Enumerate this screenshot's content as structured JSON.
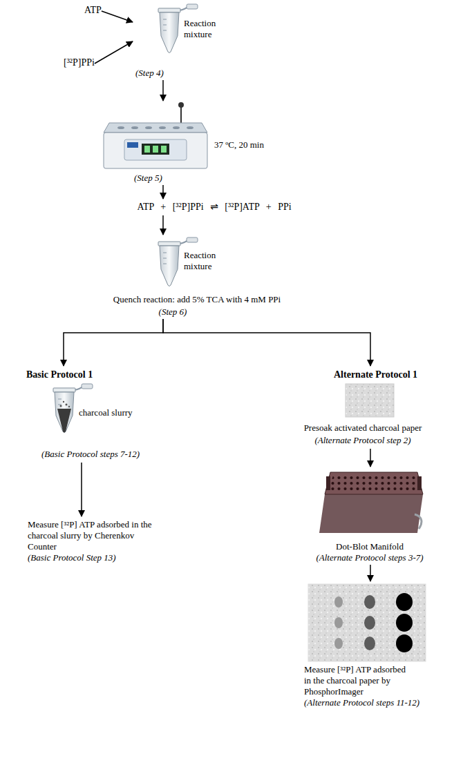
{
  "diagram": {
    "nodes": [
      {
        "text": [
          "ATP"
        ]
      },
      {
        "text": [
          "[³²P]PPi"
        ]
      },
      {
        "text": [
          "Reaction mixture",
          "(Step 4)"
        ]
      },
      {
        "text": [
          "37 ºC, 20 min",
          "(Step 5)"
        ]
      },
      {
        "text": [
          "ATP + [³²P]PPi ⇌ [³²P]ATP + PPi"
        ]
      },
      {
        "text": [
          "Reaction mixture",
          "Quench reaction: add 5% TCA with 4 mM PPi",
          "(Step 6)"
        ]
      },
      {
        "text": [
          "Basic Protocol 1",
          "charcoal slurry",
          "(Basic Protocol steps 7-12)"
        ]
      },
      {
        "text": [
          "Measure [³²P] ATP adsorbed in the charcoal slurry by Cherenkov Counter",
          "(Basic Protocol Step 13)"
        ]
      },
      {
        "text": [
          "Alternate Protocol 1",
          "Presoak activated charcoal paper",
          "(Alternate Protocol step 2)"
        ]
      },
      {
        "text": [
          "Dot-Blot Manifold",
          "(Alternate Protocol steps 3-7)"
        ]
      },
      {
        "text": [
          "Measure [³²P] ATP adsorbed in the charcoal paper by PhosphorImager",
          "(Alternate Protocol steps 11-12)"
        ]
      }
    ],
    "edges": [
      {
        "from": 0,
        "to": 2,
        "arrow": "to"
      },
      {
        "from": 1,
        "to": 2,
        "arrow": "to"
      },
      {
        "from": 2,
        "to": 3,
        "arrow": "to"
      },
      {
        "from": 3,
        "to": 4,
        "arrow": "to"
      },
      {
        "from": 4,
        "to": 5,
        "arrow": "to"
      },
      {
        "from": 5,
        "to": 6,
        "arrow": "to"
      },
      {
        "from": 5,
        "to": 8,
        "arrow": "to"
      },
      {
        "from": 6,
        "to": 7,
        "arrow": "to"
      },
      {
        "from": 8,
        "to": 9,
        "arrow": "to"
      },
      {
        "from": 9,
        "to": 10,
        "arrow": "to"
      }
    ]
  }
}
